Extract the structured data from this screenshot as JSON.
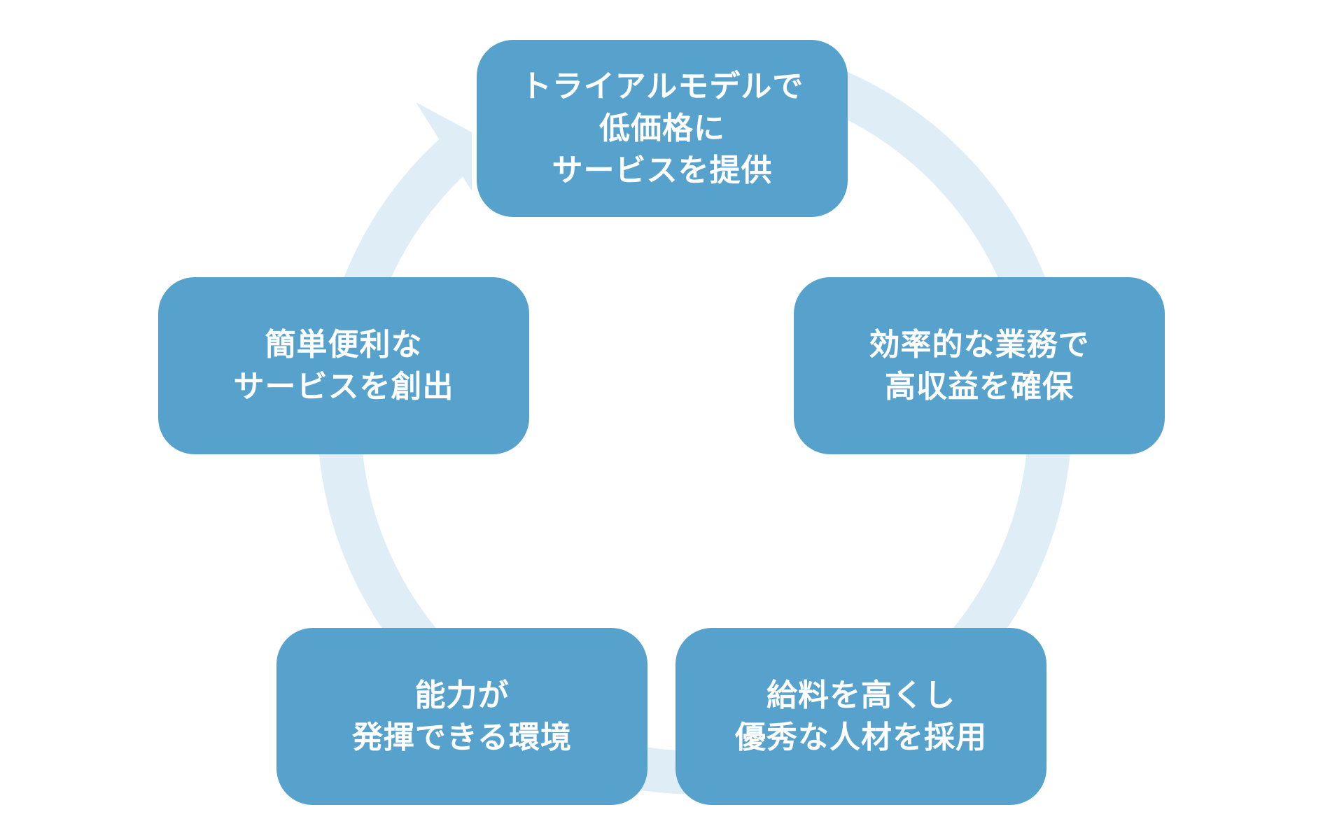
{
  "diagram": {
    "type": "cycle",
    "direction": "clockwise",
    "ring_color": "#deedf6",
    "box_color": "#57a2cc",
    "text_color": "#ffffff",
    "steps": [
      {
        "lines": [
          "トライアルモデルで",
          "低価格に",
          "サービスを提供"
        ]
      },
      {
        "lines": [
          "効率的な業務で",
          "高収益を確保"
        ]
      },
      {
        "lines": [
          "給料を高くし",
          "優秀な人材を採用"
        ]
      },
      {
        "lines": [
          "能力が",
          "発揮できる環境"
        ]
      },
      {
        "lines": [
          "簡単便利な",
          "サービスを創出"
        ]
      }
    ]
  }
}
